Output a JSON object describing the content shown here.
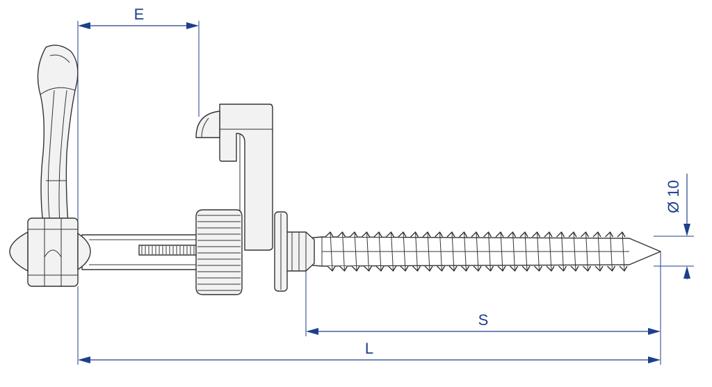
{
  "dimensions": {
    "e_label": "E",
    "s_label": "S",
    "l_label": "L",
    "diameter_label": "Ø 10"
  },
  "colors": {
    "dimension_lines": "#1d3f8c",
    "outline": "#333333",
    "part_fill": "#f2f2f2"
  }
}
